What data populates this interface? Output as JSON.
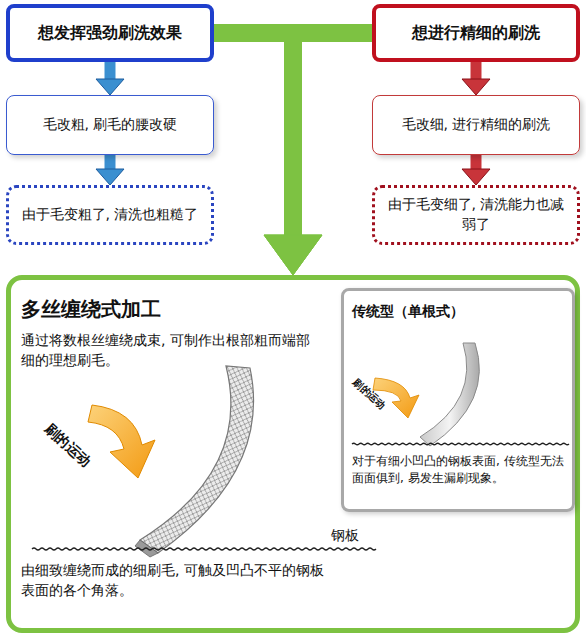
{
  "diagram": {
    "nodes": [
      {
        "text": [
          "想发挥强劲刷洗效果"
        ]
      },
      {
        "text": [
          "想进行精细的刷洗"
        ]
      },
      {
        "text": [
          "毛改粗, 刷毛的腰改硬"
        ]
      },
      {
        "text": [
          "毛改细, 进行精细的刷洗"
        ]
      },
      {
        "text": [
          "由于毛变粗了, 清洗也粗糙了"
        ]
      },
      {
        "text": [
          "由于毛变细了, 清洗能力也减弱了"
        ]
      },
      {
        "text": [
          "多丝缠绕式加工",
          "通过将数根丝缠绕成束, 可制作出根部粗而端部细的理想刷毛。",
          "由细致缠绕而成的细刷毛, 可触及凹凸不平的钢板表面的各个角落。"
        ]
      },
      {
        "text": [
          "传统型（单根式）",
          "对于有细小凹凸的钢板表面, 传统型无法面面俱到, 易发生漏刷现象。"
        ],
        "in": 6
      }
    ],
    "edges": [
      {
        "from": 0,
        "to": 2,
        "arrow": "to"
      },
      {
        "from": 2,
        "to": 4,
        "arrow": "to"
      },
      {
        "from": 1,
        "to": 3,
        "arrow": "to"
      },
      {
        "from": 3,
        "to": 5,
        "arrow": "to"
      },
      {
        "from": 0,
        "to": 6,
        "arrow": "to"
      },
      {
        "from": 1,
        "to": 6,
        "arrow": "to"
      }
    ],
    "labels": [
      "刷的运动",
      "钢板",
      "刷的运动"
    ]
  }
}
